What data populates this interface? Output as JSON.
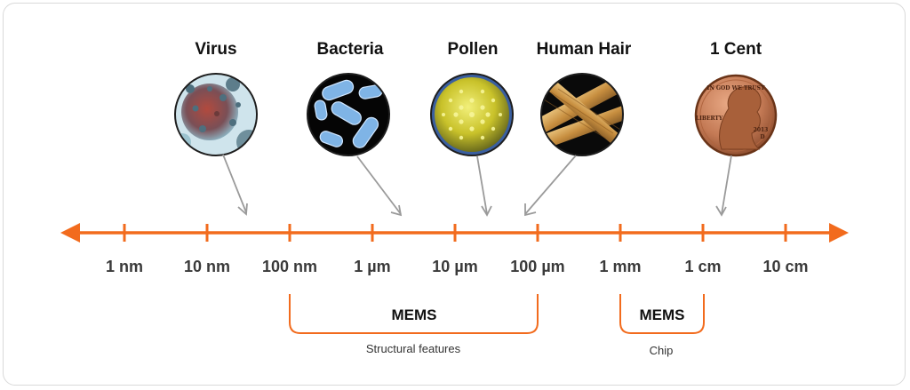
{
  "objects": [
    {
      "label": "Virus",
      "icon": "virus-icon"
    },
    {
      "label": "Bacteria",
      "icon": "bacteria-icon"
    },
    {
      "label": "Pollen",
      "icon": "pollen-icon"
    },
    {
      "label": "Human Hair",
      "icon": "human-hair-icon"
    },
    {
      "label": "1 Cent",
      "icon": "penny-icon"
    }
  ],
  "scale_ticks": [
    "1 nm",
    "10 nm",
    "100 nm",
    "1 µm",
    "10 µm",
    "100 µm",
    "1 mm",
    "1 cm",
    "10 cm"
  ],
  "mems_ranges": [
    {
      "label": "MEMS",
      "caption": "Structural features"
    },
    {
      "label": "MEMS",
      "caption": "Chip"
    }
  ],
  "penny": {
    "top_text": "IN GOD WE TRUST",
    "left_text": "LIBERTY",
    "year": "2013",
    "mint": "D"
  },
  "colors": {
    "axis": "#f26b1d",
    "pointer": "#9a9a9a",
    "text": "#111111",
    "tick_text": "#3a3a3a"
  }
}
